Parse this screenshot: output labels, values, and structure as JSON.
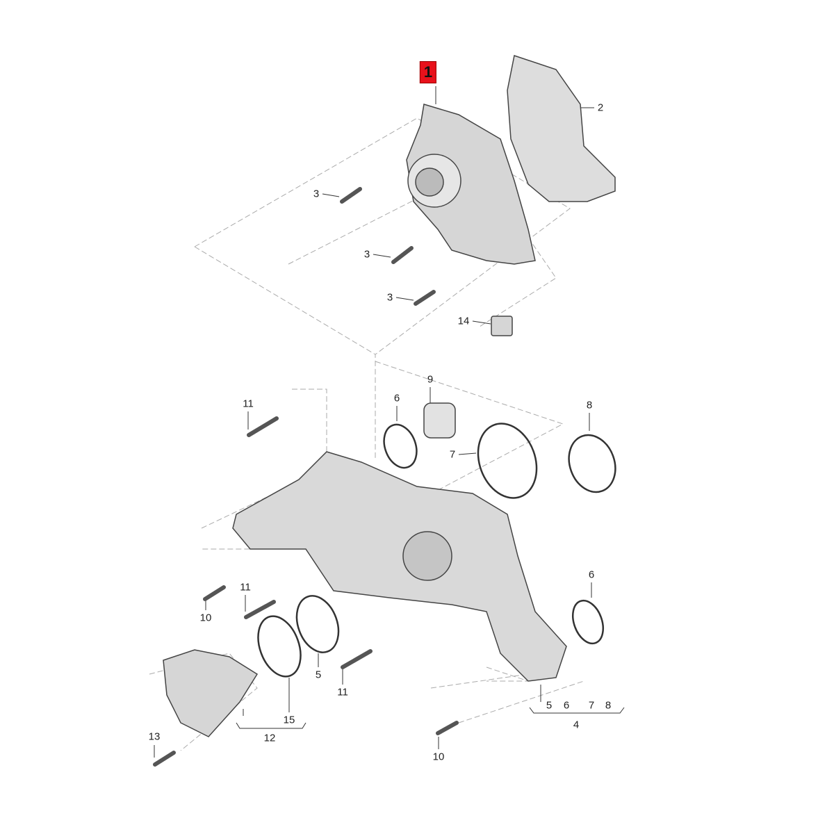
{
  "diagram": {
    "highlight_color": "#e8111b",
    "callouts": [
      {
        "id": "c1",
        "text": "1",
        "highlighted": true
      },
      {
        "id": "c2",
        "text": "2"
      },
      {
        "id": "c3a",
        "text": "3"
      },
      {
        "id": "c3b",
        "text": "3"
      },
      {
        "id": "c3c",
        "text": "3"
      },
      {
        "id": "c14",
        "text": "14"
      },
      {
        "id": "c11a",
        "text": "11"
      },
      {
        "id": "c6a",
        "text": "6"
      },
      {
        "id": "c9",
        "text": "9"
      },
      {
        "id": "c8",
        "text": "8"
      },
      {
        "id": "c7",
        "text": "7"
      },
      {
        "id": "c6b",
        "text": "6"
      },
      {
        "id": "c10a",
        "text": "10"
      },
      {
        "id": "c11b",
        "text": "11"
      },
      {
        "id": "c5",
        "text": "5"
      },
      {
        "id": "c11c",
        "text": "11"
      },
      {
        "id": "c15",
        "text": "15"
      },
      {
        "id": "c12",
        "text": "12"
      },
      {
        "id": "c13",
        "text": "13"
      },
      {
        "id": "c10b",
        "text": "10"
      },
      {
        "id": "c4_5",
        "text": "5"
      },
      {
        "id": "c4_6",
        "text": "6"
      },
      {
        "id": "c4_7",
        "text": "7"
      },
      {
        "id": "c4_8",
        "text": "8"
      },
      {
        "id": "c4",
        "text": "4"
      }
    ]
  }
}
